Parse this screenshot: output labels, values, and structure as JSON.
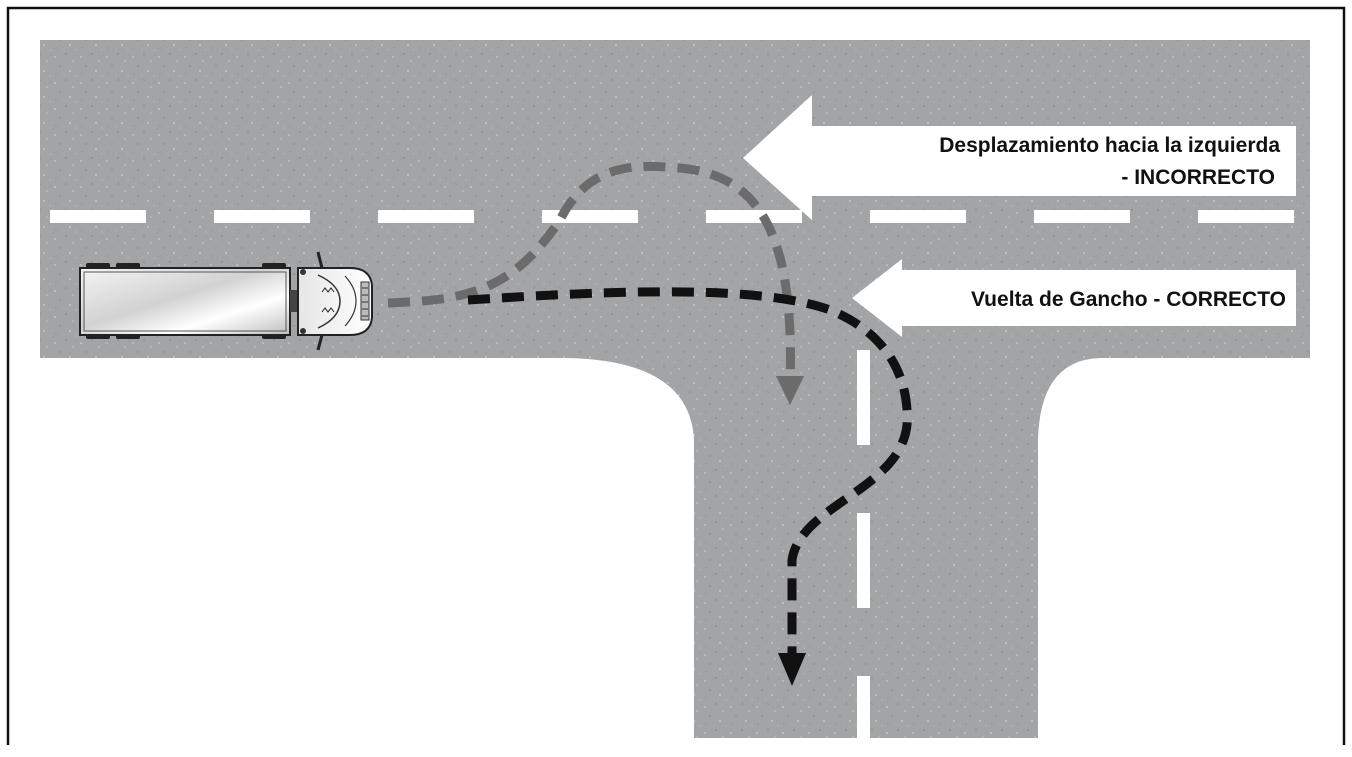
{
  "labels": {
    "left_turn_line1": "Desplazamiento hacia la izquierda",
    "left_turn_line2": "- INCORRECTO",
    "hook_turn": "Vuelta de Gancho - CORRECTO"
  },
  "paths": {
    "incorrect": {
      "name": "Desplazamiento hacia la izquierda - INCORRECTO",
      "color": "#6b6b6b"
    },
    "correct": {
      "name": "Vuelta de Gancho - CORRECTO",
      "color": "#111111"
    }
  },
  "colors": {
    "road": "#a3a4a6",
    "lane_marking": "#ffffff",
    "frame": "#111111",
    "arrow_sign": "#ffffff"
  },
  "icons": {
    "vehicle": "semi-truck-top-view-icon"
  }
}
